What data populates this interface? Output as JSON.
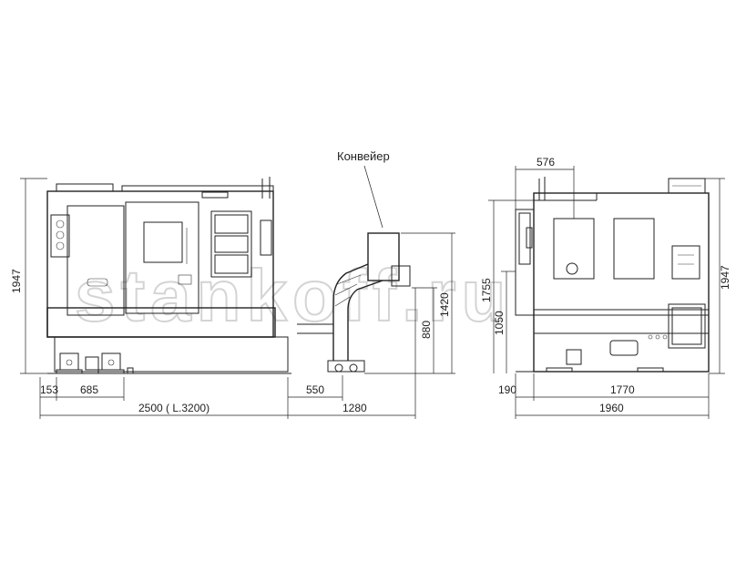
{
  "labels": {
    "conveyor": "Конвейер",
    "watermark": "stankoff.ru"
  },
  "front_view": {
    "dims": {
      "height_total": "1947",
      "left_offset": "153",
      "foot_span": "685",
      "machine_length": "2500 ( L.3200)",
      "conveyor_gap": "550",
      "conveyor_length": "1280",
      "conveyor_height": "1420",
      "conveyor_base_height": "880"
    }
  },
  "side_view": {
    "dims": {
      "panel_width": "576",
      "height_1755": "1755",
      "height_1050": "1050",
      "height_total": "1947",
      "left_offset": "190",
      "depth": "1770",
      "total_depth": "1960"
    }
  }
}
